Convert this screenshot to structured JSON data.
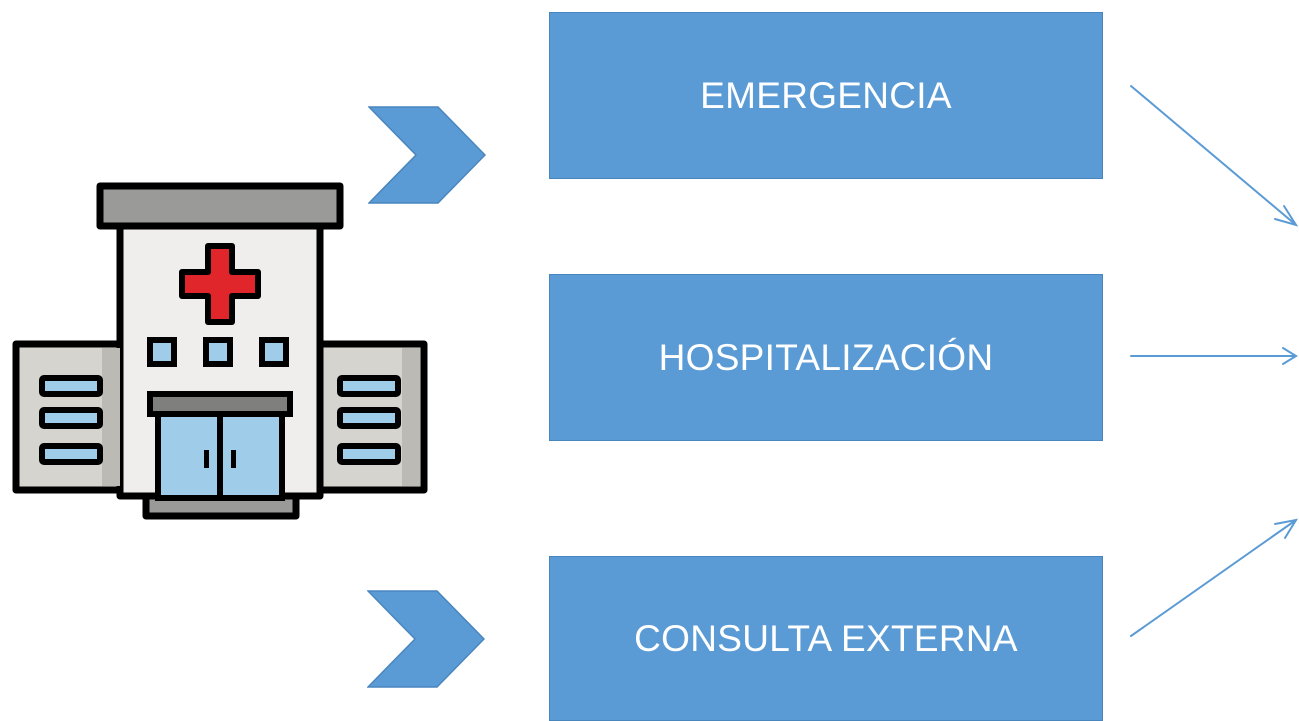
{
  "diagram": {
    "boxes": [
      {
        "label": "EMERGENCIA"
      },
      {
        "label": "HOSPITALIZACIÓN"
      },
      {
        "label": "CONSULTA EXTERNA"
      }
    ],
    "colors": {
      "box_fill": "#5b9bd5",
      "box_text": "#ffffff",
      "chevron_fill": "#5b9bd5",
      "arrow_line": "#5b9bd5",
      "cross": "#e0262b",
      "window": "#9fcce8"
    },
    "icons": [
      "hospital-building-icon",
      "chevron-right-icon",
      "arrow-icon"
    ]
  }
}
